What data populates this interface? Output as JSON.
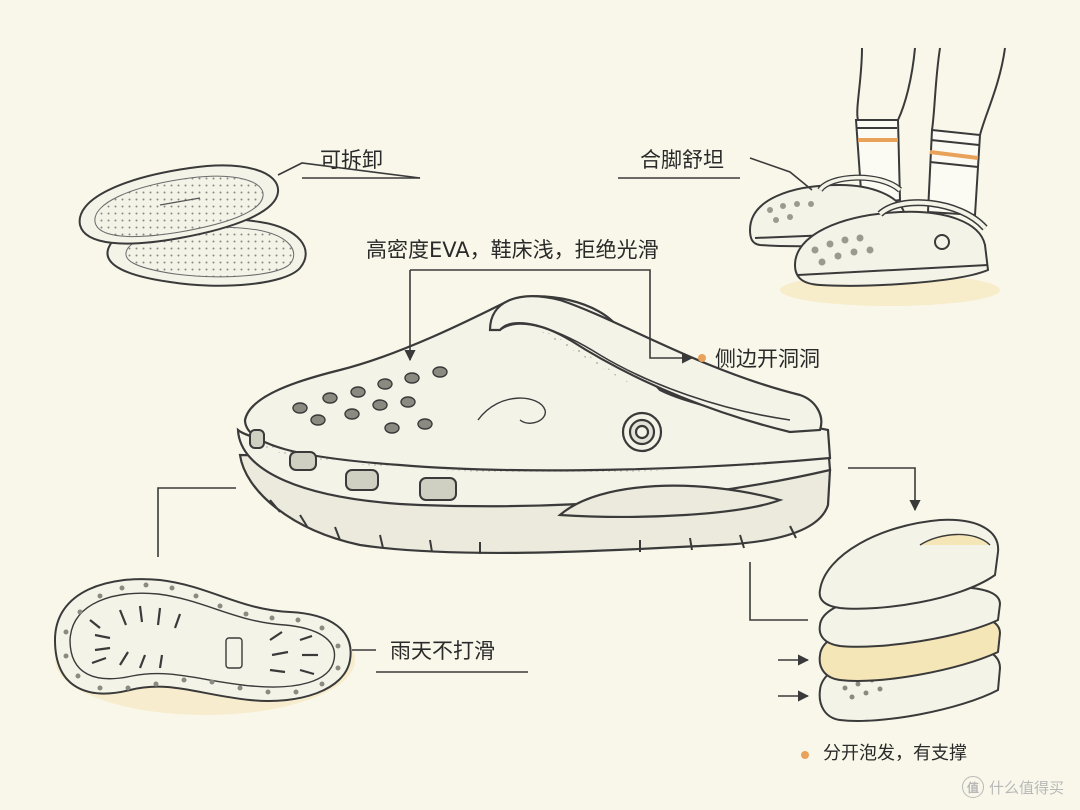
{
  "labels": {
    "removable": "可拆卸",
    "fit": "合脚舒坦",
    "material": "高密度EVA，鞋床浅，拒绝光滑",
    "side_holes": "侧边开洞洞",
    "non_slip": "雨天不打滑",
    "layers": "分开泡发，有支撑"
  },
  "watermark": {
    "badge": "值",
    "text": "什么值得买"
  },
  "colors": {
    "background": "#f9f7e9",
    "stroke": "#3a3a3a",
    "accent_orange": "#e8a25a",
    "accent_cream": "#f5e6b8",
    "shoe_fill": "#f4f3e8"
  }
}
